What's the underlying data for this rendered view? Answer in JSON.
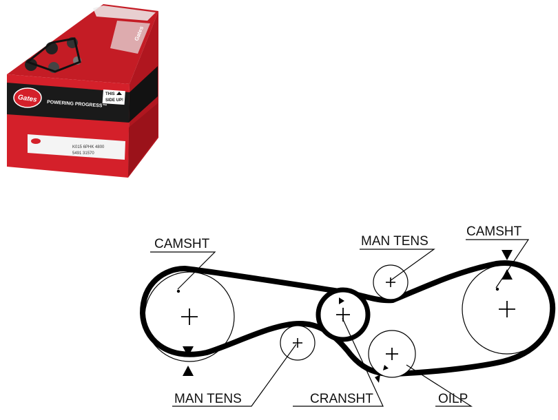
{
  "product_box": {
    "brand": "Gates",
    "slogan": "POWERING PROGRESS™",
    "orientation_line1": "THIS",
    "orientation_line2": "SIDE UP!",
    "label_line1": "K015 6PHK 4800",
    "label_line2": "5491 31570",
    "colors": {
      "red": "#d4202a",
      "black": "#1a1a1a"
    }
  },
  "belt_diagram": {
    "labels": {
      "camshaft_left": "CAMSHT",
      "camshaft_right": "CAMSHT",
      "tensioner_top": "MAN TENS",
      "tensioner_bottom": "MAN TENS",
      "crankshaft": "CRANSHT",
      "oil_pump": "OILP"
    }
  }
}
